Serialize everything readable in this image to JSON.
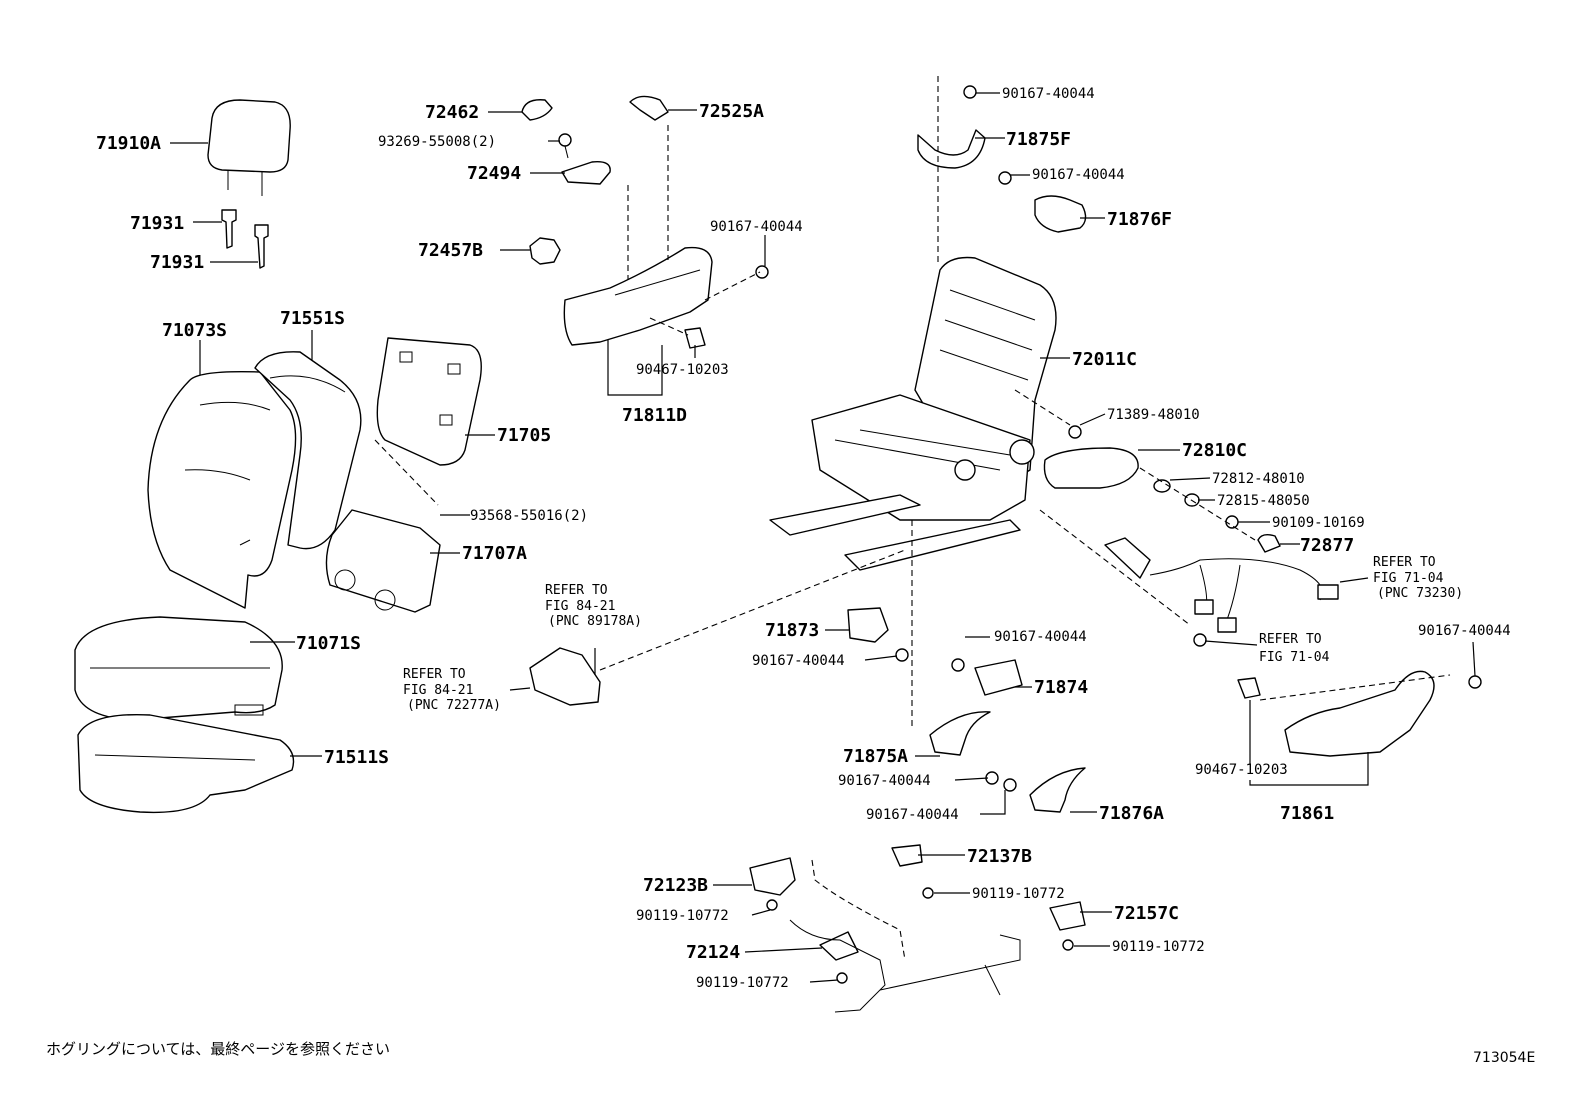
{
  "diagram": {
    "figure_code": "713054E",
    "footnote": "ホグリングについては、最終ページを参照ください",
    "part_labels": [
      "71910A",
      "71931",
      "71931",
      "72462",
      "93269-55008(2)",
      "72525A",
      "72494",
      "72457B",
      "90167-40044",
      "71073S",
      "71551S",
      "71705",
      "90467-10203",
      "71811D",
      "93568-55016(2)",
      "71707A",
      "71071S",
      "71511S",
      "90167-40044",
      "71875F",
      "90167-40044",
      "71876F",
      "72011C",
      "71389-48010",
      "72810C",
      "72812-48010",
      "72815-48050",
      "90109-10169",
      "72877",
      "71873",
      "90167-40044",
      "90167-40044",
      "71874",
      "90167-40044",
      "71875A",
      "90167-40044",
      "90167-40044",
      "71876A",
      "90467-10203",
      "71861",
      "72137B",
      "72123B",
      "90119-10772",
      "90119-10772",
      "72157C",
      "72124",
      "90119-10772",
      "90119-10772"
    ],
    "refer_notes": [
      [
        "REFER TO",
        "FIG 84-21",
        "(PNC 89178A)"
      ],
      [
        "REFER TO",
        "FIG 84-21",
        "(PNC 72277A)"
      ],
      [
        "REFER TO",
        "FIG 71-04",
        "(PNC 73230)"
      ],
      [
        "REFER TO",
        "FIG 71-04"
      ]
    ]
  }
}
